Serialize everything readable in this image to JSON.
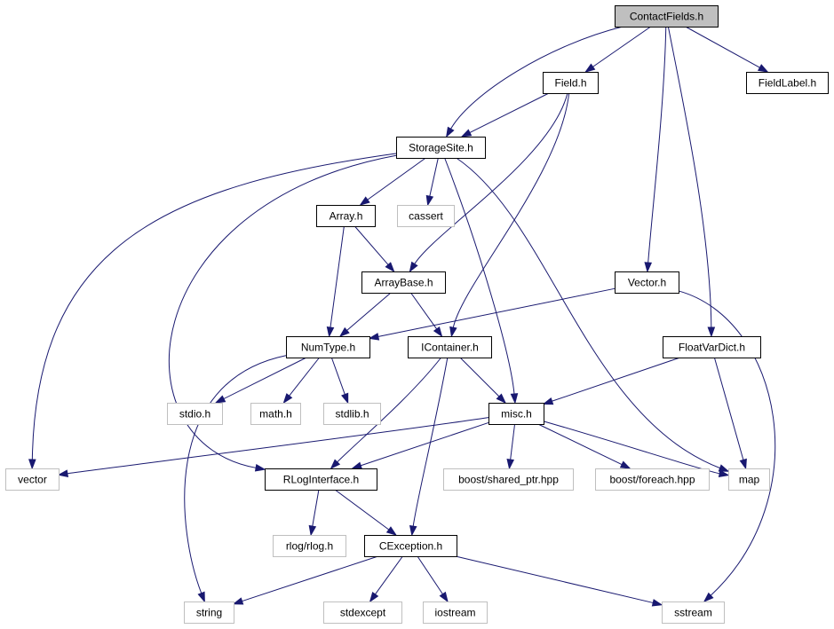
{
  "graph": {
    "nodes": [
      {
        "id": "ContactFields",
        "label": "ContactFields.h",
        "kind": "root"
      },
      {
        "id": "Field",
        "label": "Field.h",
        "kind": "local"
      },
      {
        "id": "FieldLabel",
        "label": "FieldLabel.h",
        "kind": "local"
      },
      {
        "id": "StorageSite",
        "label": "StorageSite.h",
        "kind": "local"
      },
      {
        "id": "Array",
        "label": "Array.h",
        "kind": "local"
      },
      {
        "id": "cassert",
        "label": "cassert",
        "kind": "system"
      },
      {
        "id": "ArrayBase",
        "label": "ArrayBase.h",
        "kind": "local"
      },
      {
        "id": "Vector",
        "label": "Vector.h",
        "kind": "local"
      },
      {
        "id": "NumType",
        "label": "NumType.h",
        "kind": "local"
      },
      {
        "id": "IContainer",
        "label": "IContainer.h",
        "kind": "local"
      },
      {
        "id": "FloatVarDict",
        "label": "FloatVarDict.h",
        "kind": "local"
      },
      {
        "id": "stdio",
        "label": "stdio.h",
        "kind": "system"
      },
      {
        "id": "math",
        "label": "math.h",
        "kind": "system"
      },
      {
        "id": "stdlib",
        "label": "stdlib.h",
        "kind": "system"
      },
      {
        "id": "misc",
        "label": "misc.h",
        "kind": "local"
      },
      {
        "id": "vector",
        "label": "vector",
        "kind": "system"
      },
      {
        "id": "RLogInterface",
        "label": "RLogInterface.h",
        "kind": "local"
      },
      {
        "id": "shared_ptr",
        "label": "boost/shared_ptr.hpp",
        "kind": "system"
      },
      {
        "id": "foreach",
        "label": "boost/foreach.hpp",
        "kind": "system"
      },
      {
        "id": "map",
        "label": "map",
        "kind": "system"
      },
      {
        "id": "rlog",
        "label": "rlog/rlog.h",
        "kind": "system"
      },
      {
        "id": "CException",
        "label": "CException.h",
        "kind": "local"
      },
      {
        "id": "string",
        "label": "string",
        "kind": "system"
      },
      {
        "id": "stdexcept",
        "label": "stdexcept",
        "kind": "system"
      },
      {
        "id": "iostream",
        "label": "iostream",
        "kind": "system"
      },
      {
        "id": "sstream",
        "label": "sstream",
        "kind": "system"
      }
    ],
    "edges": [
      {
        "from": "ContactFields",
        "to": "StorageSite"
      },
      {
        "from": "ContactFields",
        "to": "Field"
      },
      {
        "from": "ContactFields",
        "to": "FieldLabel"
      },
      {
        "from": "ContactFields",
        "to": "Vector"
      },
      {
        "from": "ContactFields",
        "to": "FloatVarDict"
      },
      {
        "from": "Field",
        "to": "StorageSite"
      },
      {
        "from": "Field",
        "to": "ArrayBase"
      },
      {
        "from": "Field",
        "to": "IContainer"
      },
      {
        "from": "StorageSite",
        "to": "Array"
      },
      {
        "from": "StorageSite",
        "to": "cassert"
      },
      {
        "from": "StorageSite",
        "to": "misc"
      },
      {
        "from": "StorageSite",
        "to": "map"
      },
      {
        "from": "StorageSite",
        "to": "vector"
      },
      {
        "from": "StorageSite",
        "to": "RLogInterface"
      },
      {
        "from": "Array",
        "to": "ArrayBase"
      },
      {
        "from": "Array",
        "to": "NumType"
      },
      {
        "from": "ArrayBase",
        "to": "NumType"
      },
      {
        "from": "ArrayBase",
        "to": "IContainer"
      },
      {
        "from": "Vector",
        "to": "NumType"
      },
      {
        "from": "Vector",
        "to": "sstream"
      },
      {
        "from": "NumType",
        "to": "stdio"
      },
      {
        "from": "NumType",
        "to": "math"
      },
      {
        "from": "NumType",
        "to": "stdlib"
      },
      {
        "from": "NumType",
        "to": "string"
      },
      {
        "from": "IContainer",
        "to": "misc"
      },
      {
        "from": "IContainer",
        "to": "RLogInterface"
      },
      {
        "from": "IContainer",
        "to": "CException"
      },
      {
        "from": "FloatVarDict",
        "to": "misc"
      },
      {
        "from": "FloatVarDict",
        "to": "map"
      },
      {
        "from": "misc",
        "to": "vector"
      },
      {
        "from": "misc",
        "to": "RLogInterface"
      },
      {
        "from": "misc",
        "to": "shared_ptr"
      },
      {
        "from": "misc",
        "to": "foreach"
      },
      {
        "from": "misc",
        "to": "map"
      },
      {
        "from": "RLogInterface",
        "to": "rlog"
      },
      {
        "from": "RLogInterface",
        "to": "CException"
      },
      {
        "from": "CException",
        "to": "string"
      },
      {
        "from": "CException",
        "to": "stdexcept"
      },
      {
        "from": "CException",
        "to": "iostream"
      },
      {
        "from": "CException",
        "to": "sstream"
      }
    ]
  }
}
